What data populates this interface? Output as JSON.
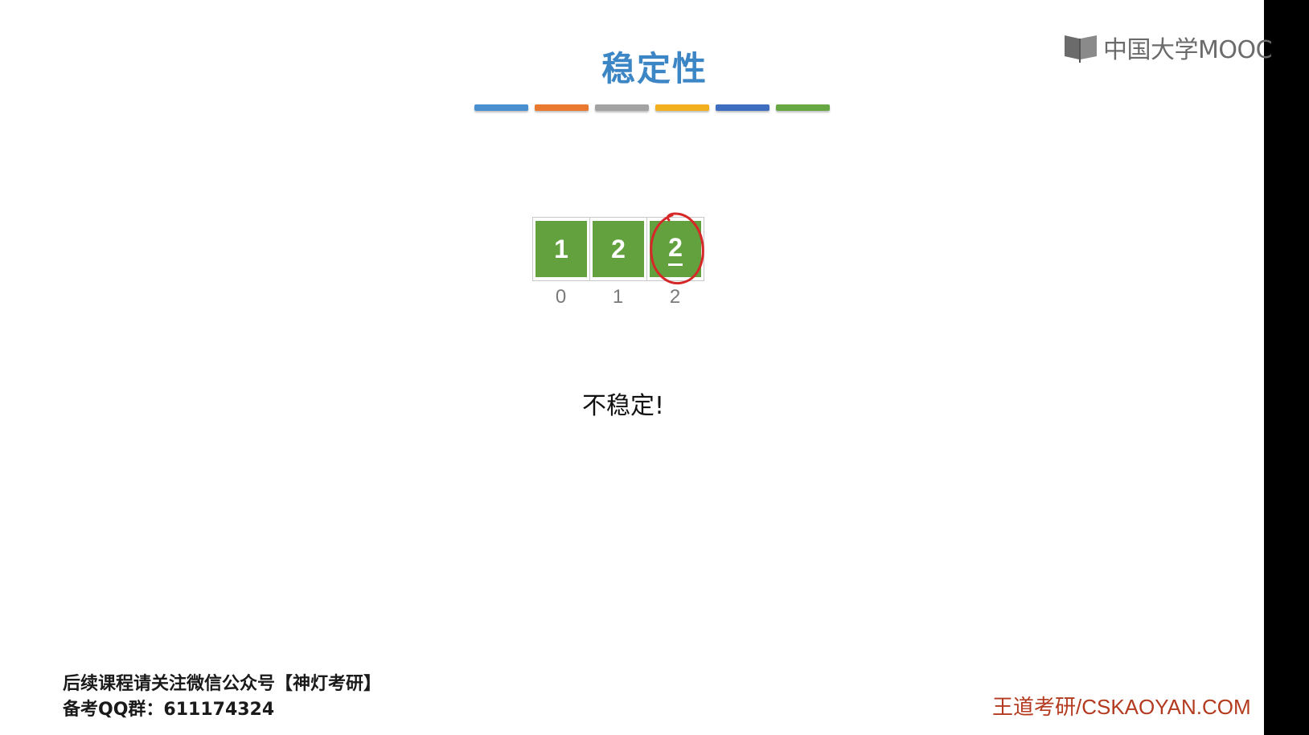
{
  "brand": {
    "logo_text": "中国大学MOOC",
    "logo_icon": "book-icon"
  },
  "slide": {
    "title": "稳定性",
    "color_bar": [
      "#4a90d0",
      "#e8792f",
      "#a3a3a3",
      "#f2b01e",
      "#3f6ec0",
      "#67a845"
    ],
    "array": {
      "values": [
        "1",
        "2",
        "2"
      ],
      "indices": [
        "0",
        "1",
        "2"
      ],
      "cell_color": "#63a13f",
      "highlighted_index": 2,
      "highlight_color": "#d62828"
    },
    "note": "不稳定!"
  },
  "footer": {
    "line1": "后续课程请关注微信公众号【神灯考研】",
    "line2": "备考QQ群：611174324",
    "site": "王道考研/CSKAOYAN.COM"
  }
}
